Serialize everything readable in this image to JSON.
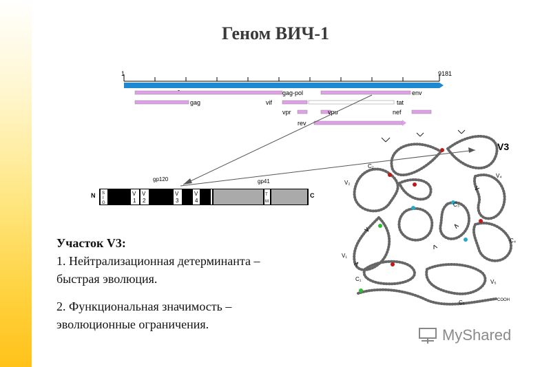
{
  "title": "Геном ВИЧ-1",
  "genome_map": {
    "start": "1",
    "end": "9181",
    "genes": [
      "-",
      "gag-pol",
      "env",
      "gag",
      "vif",
      "tat",
      "vpr",
      "vpu",
      "nef",
      "rev"
    ]
  },
  "env_protein": {
    "gp120_label": "gp120",
    "gp41_label": "gp41",
    "n_label": "N",
    "c_label": "C",
    "segments": [
      {
        "top": "S",
        "mid": "I",
        "bottom": "G"
      },
      {
        "top": "V",
        "bottom": "1"
      },
      {
        "top": "V",
        "bottom": "2"
      },
      {
        "top": "V",
        "bottom": "3"
      },
      {
        "top": "V",
        "bottom": "4"
      },
      {
        "top": "T",
        "bottom": "M"
      }
    ]
  },
  "structure": {
    "v3_label": "V3",
    "loop_labels": [
      "C₂",
      "V₂",
      "C₃",
      "V₄",
      "C₄",
      "V₁",
      "C₁",
      "V₅",
      "C₅",
      "COOH"
    ]
  },
  "text": {
    "heading": "Участок V3:",
    "line1": "1. Нейтрализационная детерминанта –",
    "line2": "быстрая эволюция.",
    "line3": "2. Функциональная значимость –",
    "line4": "эволюционные ограничения."
  },
  "watermark": {
    "text": "MyShared"
  },
  "colors": {
    "genome_bar": "#1e88d0",
    "gene_bar": "#e0a0e8",
    "sidebar": "#ffd23f"
  }
}
